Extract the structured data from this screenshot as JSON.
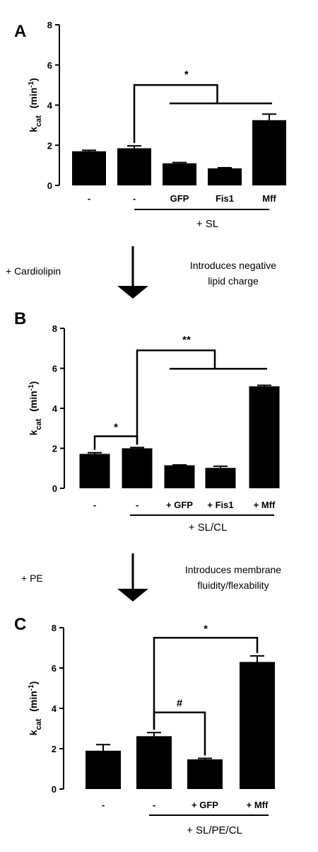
{
  "figure": {
    "transitions": [
      {
        "left_label": "+ Cardiolipin",
        "right_lines": [
          "Introduces negative",
          "lipid charge"
        ]
      },
      {
        "left_label": "+ PE",
        "right_lines": [
          "Introduces membrane",
          "fluidity/flexability"
        ]
      }
    ]
  },
  "chart_data": [
    {
      "type": "bar",
      "panel": "A",
      "ylabel": "k",
      "ylabel_sub": "cat",
      "ylabel_unit": "(min",
      "ylabel_exp": "-1",
      "ylabel_close": ")",
      "ylim": [
        0,
        8
      ],
      "yticks": [
        "0",
        "2",
        "4",
        "6",
        "8"
      ],
      "categories": [
        "-",
        "-",
        "GFP",
        "Fis1",
        "Mff"
      ],
      "values": [
        1.7,
        1.85,
        1.1,
        0.85,
        3.25
      ],
      "errors": [
        0.05,
        0.12,
        0.04,
        0.03,
        0.3
      ],
      "condition": "+ SL",
      "condition_span": [
        1,
        4
      ],
      "brackets": [
        {
          "from": 1,
          "to": [
            2,
            4
          ],
          "label": "*",
          "y": 5.0
        }
      ]
    },
    {
      "type": "bar",
      "panel": "B",
      "ylabel": "k",
      "ylabel_sub": "cat",
      "ylabel_unit": "(min",
      "ylabel_exp": "-1",
      "ylabel_close": ")",
      "ylim": [
        0,
        8
      ],
      "yticks": [
        "0",
        "2",
        "4",
        "6",
        "8"
      ],
      "categories": [
        "-",
        "-",
        "+ GFP",
        "+ Fis1",
        "+ Mff"
      ],
      "values": [
        1.72,
        2.0,
        1.15,
        1.02,
        5.1
      ],
      "errors": [
        0.06,
        0.04,
        0.02,
        0.08,
        0.05
      ],
      "condition": "+ SL/CL",
      "condition_span": [
        1,
        4
      ],
      "brackets": [
        {
          "from": 1,
          "to": [
            2,
            4
          ],
          "label": "**",
          "y": 6.9
        },
        {
          "from": 0,
          "to": [
            1,
            1
          ],
          "label": "*",
          "y": 2.6,
          "simple": true
        }
      ]
    },
    {
      "type": "bar",
      "panel": "C",
      "ylabel": "k",
      "ylabel_sub": "cat",
      "ylabel_unit": "(min",
      "ylabel_exp": "-1",
      "ylabel_close": ")",
      "ylim": [
        0,
        8
      ],
      "yticks": [
        "0",
        "2",
        "4",
        "6",
        "8"
      ],
      "categories": [
        "-",
        "-",
        "+ GFP",
        "+ Mff"
      ],
      "values": [
        1.9,
        2.62,
        1.47,
        6.3
      ],
      "errors": [
        0.3,
        0.18,
        0.05,
        0.3
      ],
      "condition": "+ SL/PE/CL",
      "condition_span": [
        1,
        3
      ],
      "brackets": [
        {
          "from": 1,
          "to": [
            3,
            3
          ],
          "label": "*",
          "y": 7.5,
          "simple": true
        },
        {
          "from": 1,
          "to": [
            2,
            2
          ],
          "label": "#",
          "y": 3.8,
          "simple": true
        }
      ]
    }
  ]
}
